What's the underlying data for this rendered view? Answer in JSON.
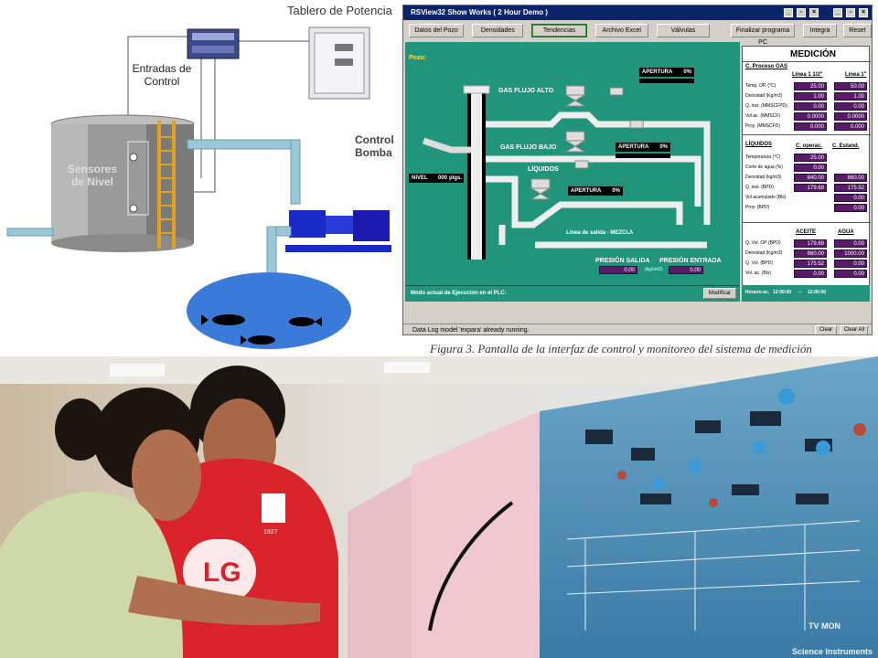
{
  "diagram": {
    "title": "Tablero de Potencia",
    "inputs_label_1": "Entradas de",
    "inputs_label_2": "Control",
    "sensors_label_1": "Sensores",
    "sensors_label_2": "de Nivel",
    "pump_label_1": "Control",
    "pump_label_2": "Bomba"
  },
  "scada": {
    "window_title": "RSView32 Show Works ( 2 Hour Demo )",
    "toolbar": [
      {
        "label": "Datos del Pozo"
      },
      {
        "label": "Densidades"
      },
      {
        "label": "Tendencias"
      },
      {
        "label": "Archivo Excel"
      },
      {
        "label": "Válvulas"
      },
      {
        "label": "Finalizar programa PC"
      },
      {
        "label": "Integra"
      },
      {
        "label": "Reset"
      }
    ],
    "active_tab": "Tendencias",
    "panel": {
      "pozo_label": "Pozo:",
      "gas_alto": "GAS FLUJO ALTO",
      "gas_bajo": "GAS FLUJO BAJO",
      "liquidos": "LÍQUIDOS",
      "apertura_1": "APERTURA",
      "apertura_1_val": "0%",
      "apertura_2": "APERTURA",
      "apertura_2_val": "0%",
      "apertura_3": "APERTURA",
      "apertura_3_val": "0%",
      "nivel_label": "NIVEL",
      "nivel_val": "000",
      "nivel_unit": "plgs.",
      "linea_salida": "Línea de salida - MEZCLA",
      "presion_salida": "PRESIÓN SALIDA",
      "presion_entrada": "PRESIÓN ENTRADA",
      "presion_salida_val": "0.00",
      "presion_unit": "(kg/cm2)",
      "presion_entrada_val": "0.00",
      "modo_label": "Modo actual de Ejecución en el PLC:",
      "modificar_button": "Modificar"
    },
    "medicion": {
      "title": "MEDICIÓN",
      "gas_section": "C. Proceso GAS",
      "col1": "Línea 1 1/2\"",
      "col2": "Línea 1\"",
      "rows": [
        {
          "label": "Temp. OP. (°C)",
          "v1": "25.00",
          "v2": "50.00"
        },
        {
          "label": "Densidad (Kg/m3)",
          "v1": "1.00",
          "v2": "1.00"
        },
        {
          "label": "Q. inst. (MMSCFPD)",
          "v1": "0.00",
          "v2": "0.00"
        },
        {
          "label": "Vol.ac. (MMSCF)",
          "v1": "0.0000",
          "v2": "0.0000"
        },
        {
          "label": "Proy. (MMSCFD)",
          "v1": "0.000",
          "v2": "0.000"
        }
      ],
      "liq_section": "LÍQUIDOS",
      "liq_col1": "C. operac.",
      "liq_col2": "C. Estand.",
      "liq_rows": [
        {
          "label": "Temperatura (°C)",
          "v1": "25.00",
          "v2": ""
        },
        {
          "label": "Corte de agua (%)",
          "v1": "0.00",
          "v2": ""
        },
        {
          "label": "Densidad (kg/m3)",
          "v1": "840.00",
          "v2": "860.00"
        },
        {
          "label": "Q. inst. (BPD)",
          "v1": "179.69",
          "v2": "175.52"
        },
        {
          "label": "Vol.acumulado (Bls)",
          "v1": "",
          "v2": "0.00"
        },
        {
          "label": "Proy. (BPD)",
          "v1": "",
          "v2": "0.00"
        }
      ],
      "oil_col1": "ACEITE",
      "oil_col2": "AGUA",
      "oil_rows": [
        {
          "label": "Q. Vol. OP (BPD)",
          "v1": "179.69",
          "v2": "0.00"
        },
        {
          "label": "Densidad (Kg/m3)",
          "v1": "860.00",
          "v2": "1000.00"
        },
        {
          "label": "Q. Vol. (BPD)",
          "v1": "175.52",
          "v2": "0.00"
        },
        {
          "label": "Vol. ac. (Bls)",
          "v1": "0.00",
          "v2": "0.00"
        }
      ],
      "horario_label": "Horario ac.",
      "horario_from": "12:00:00",
      "horario_dash": "--",
      "horario_to": "12:00:00"
    },
    "statusbar": {
      "message": "Data Log model 'expara' already running.",
      "clear_label": "Clear",
      "clear_all_label": "Clear All"
    }
  },
  "caption": "Figura 3. Pantalla de la interfaz de control y monitoreo del sistema de medición",
  "photo": {
    "shirt_brand": "LG",
    "shirt_year": "1927",
    "panel_brand": "Science Instruments",
    "tv_mon": "TV MON"
  }
}
